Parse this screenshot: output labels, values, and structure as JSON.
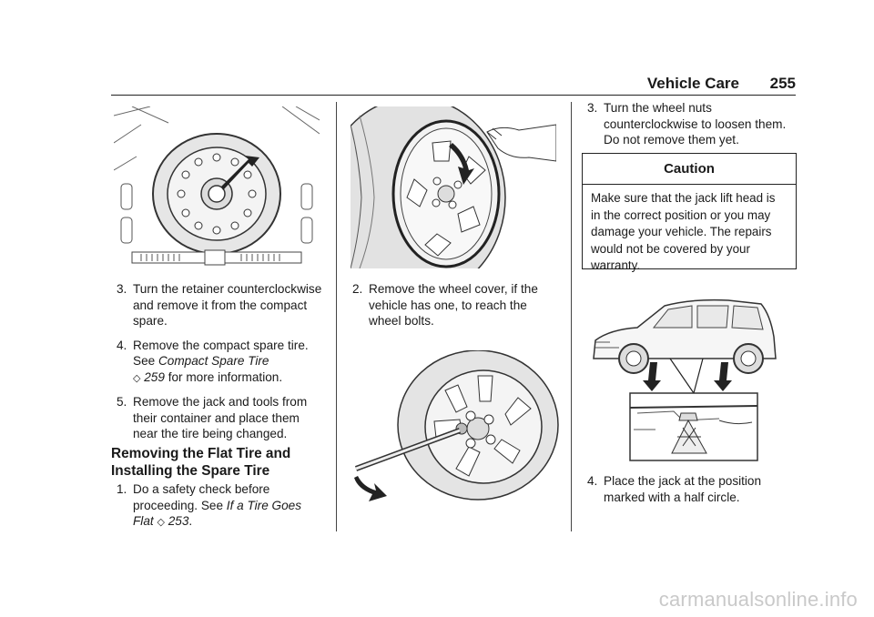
{
  "header": {
    "section_title": "Vehicle Care",
    "page_number": "255"
  },
  "col1": {
    "steps": [
      {
        "num": "3.",
        "text": "Turn the retainer counterclockwise and remove it from the compact spare."
      },
      {
        "num": "4.",
        "text_before": "Remove the compact spare tire. See ",
        "xref": "Compact Spare Tire",
        "xref_mark": "◇",
        "page": "259",
        "text_after": " for more information."
      },
      {
        "num": "5.",
        "text": "Remove the jack and tools from their container and place them near the tire being changed."
      }
    ],
    "subheading": "Removing the Flat Tire and Installing the Spare Tire",
    "steps2": [
      {
        "num": "1.",
        "text_before": "Do a safety check before proceeding. See ",
        "xref": "If a Tire Goes Flat",
        "xref_mark": "◇",
        "page": "253",
        "text_after": "."
      }
    ]
  },
  "col2": {
    "steps": [
      {
        "num": "2.",
        "text": "Remove the wheel cover, if the vehicle has one, to reach the wheel bolts."
      }
    ]
  },
  "col3": {
    "steps": [
      {
        "num": "3.",
        "text": "Turn the wheel nuts counterclockwise to loosen them. Do not remove them yet."
      }
    ],
    "caution": {
      "title": "Caution",
      "body": "Make sure that the jack lift head is in the correct position or you may damage your vehicle. The repairs would not be covered by your warranty."
    },
    "steps2": [
      {
        "num": "4.",
        "text": "Place the jack at the position marked with a half circle."
      }
    ]
  },
  "watermark": "carmanualsonline.info"
}
